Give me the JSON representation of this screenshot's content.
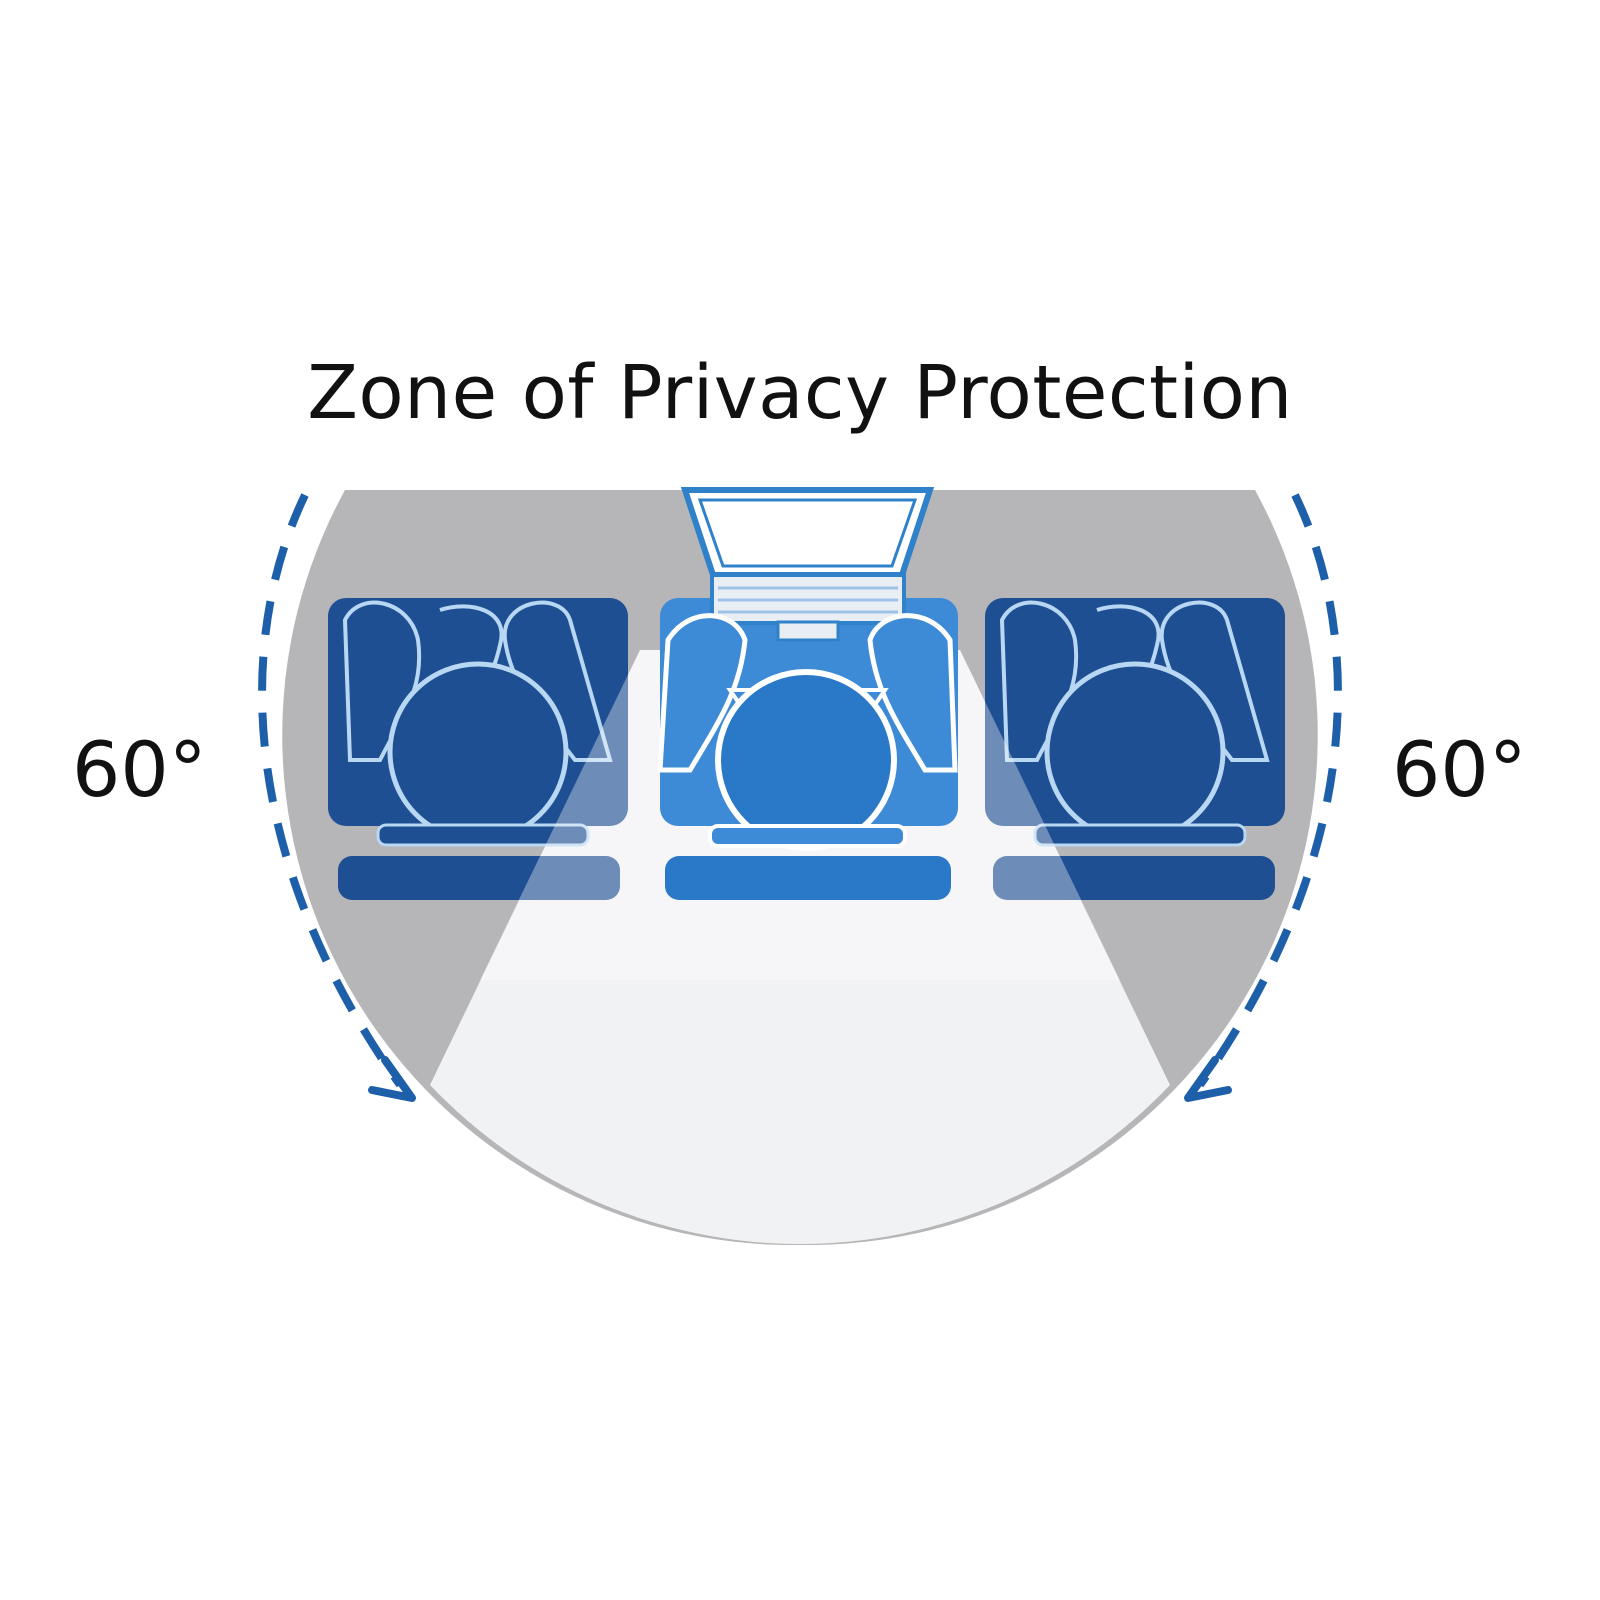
{
  "diagram": {
    "title": "Zone of Privacy Protection",
    "angle_left": "60°",
    "angle_right": "60°",
    "colors": {
      "zone_gray": "#a9a9ab",
      "light_zone": "#eeeff1",
      "seat_dark": "#1f4f93",
      "seat_outline": "#b8d7f3",
      "seat_center": "#2a78c8",
      "seat_center_back": "#3d8bd6",
      "laptop": "#2f82c9",
      "arrow": "#1d5fa8",
      "text": "#111111"
    },
    "icons": {
      "left_person": "seated-person-icon",
      "center_person": "seated-person-with-laptop-icon",
      "right_person": "seated-person-icon",
      "laptop": "laptop-icon",
      "left_arrow": "dashed-curved-arrow-icon",
      "right_arrow": "dashed-curved-arrow-icon"
    }
  }
}
